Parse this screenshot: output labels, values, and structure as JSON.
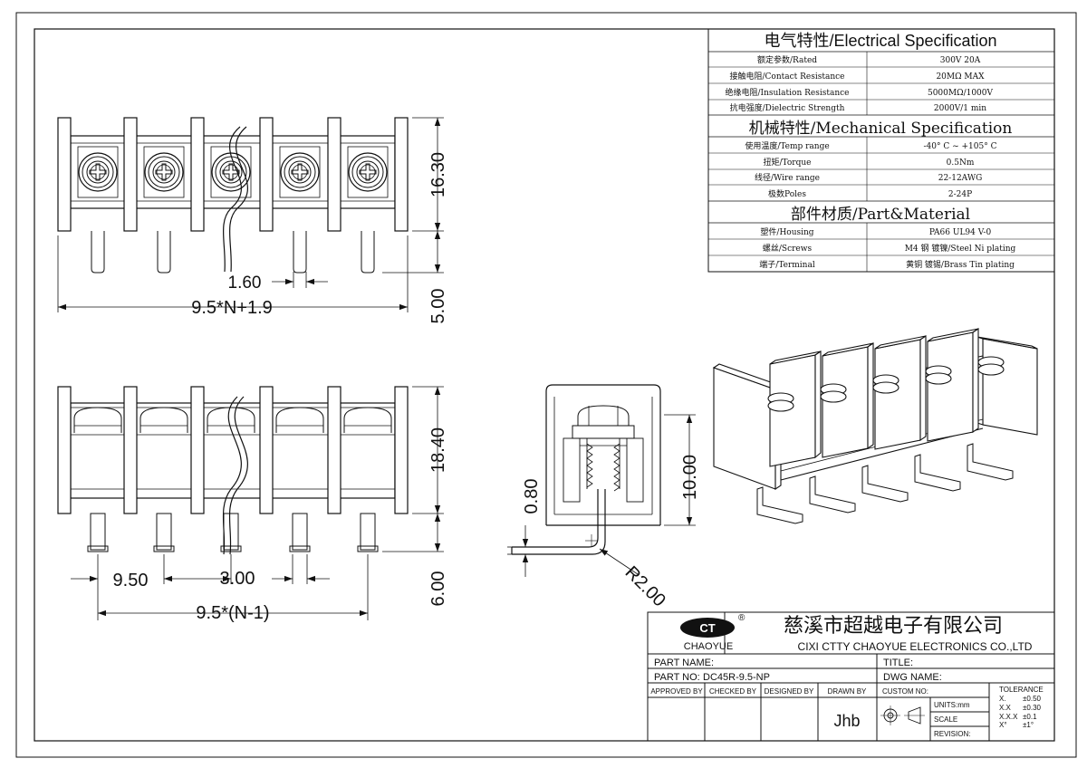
{
  "spec_table": {
    "electrical_title": "电气特性/Electrical Specification",
    "electrical_rows": [
      {
        "label": "额定参数/Rated",
        "value": "300V  20A"
      },
      {
        "label": "接触电阻/Contact Resistance",
        "value": "20MΩ MAX"
      },
      {
        "label": "绝缘电阻/Insulation Resistance",
        "value": "5000MΩ/1000V"
      },
      {
        "label": "抗电强度/Dielectric Strength",
        "value": "2000V/1 min"
      }
    ],
    "mechanical_title": "机械特性/Mechanical Specification",
    "mechanical_rows": [
      {
        "label": "使用温度/Temp range",
        "value": "-40° C ~ +105° C"
      },
      {
        "label": "扭矩/Torque",
        "value": "0.5Nm"
      },
      {
        "label": "线径/Wire range",
        "value": "22-12AWG"
      },
      {
        "label": "极数Poles",
        "value": "2-24P"
      }
    ],
    "material_title": "部件材质/Part&Material",
    "material_rows": [
      {
        "label": "塑件/Housing",
        "value": "PA66 UL94 V-0"
      },
      {
        "label": "螺丝/Screws",
        "value": "M4  钢 镀镍/Steel Ni plating"
      },
      {
        "label": "端子/Terminal",
        "value": "黄铜 镀锡/Brass Tin  plating"
      }
    ]
  },
  "dimensions": {
    "top_height": "16.30",
    "pin_length": "5.00",
    "pin_width": "1.60",
    "overall_length": "9.5*N+1.9",
    "front_height": "18.40",
    "front_pin_length": "6.00",
    "pitch": "9.50",
    "pin_gap": "3.00",
    "span": "9.5*(N-1)",
    "side_height": "10.00",
    "lead_thickness": "0.80",
    "bend_radius": "R2.00"
  },
  "title_block": {
    "logo_text": "CHAOYUE",
    "logo_mark": "®",
    "company_cn": "慈溪市超越电子有限公司",
    "company_en": "CIXI CTTY CHAOYUE ELECTRONICS CO.,LTD",
    "part_name_label": "PART NAME:",
    "title_label": "TITLE:",
    "part_no_label": "PART NO:",
    "part_no_value": "DC45R-9.5-NP",
    "dwg_name_label": "DWG NAME:",
    "approved_by": "APPROVED BY",
    "checked_by": "CHECKED BY",
    "designed_by": "DESIGNED BY",
    "drawn_by": "DRAWN BY",
    "drawn_by_value": "Jhb",
    "custom_no": "CUSTOM NO:",
    "units": "UNITS:mm",
    "scale": "SCALE",
    "revision": "REVISION:",
    "tolerance_title": "TOLERANCE",
    "tolerances": [
      {
        "k": "X.",
        "v": "±0.50"
      },
      {
        "k": "X.X",
        "v": "±0.30"
      },
      {
        "k": "X.X.X",
        "v": "±0.1"
      },
      {
        "k": "X°",
        "v": "±1°"
      }
    ]
  }
}
